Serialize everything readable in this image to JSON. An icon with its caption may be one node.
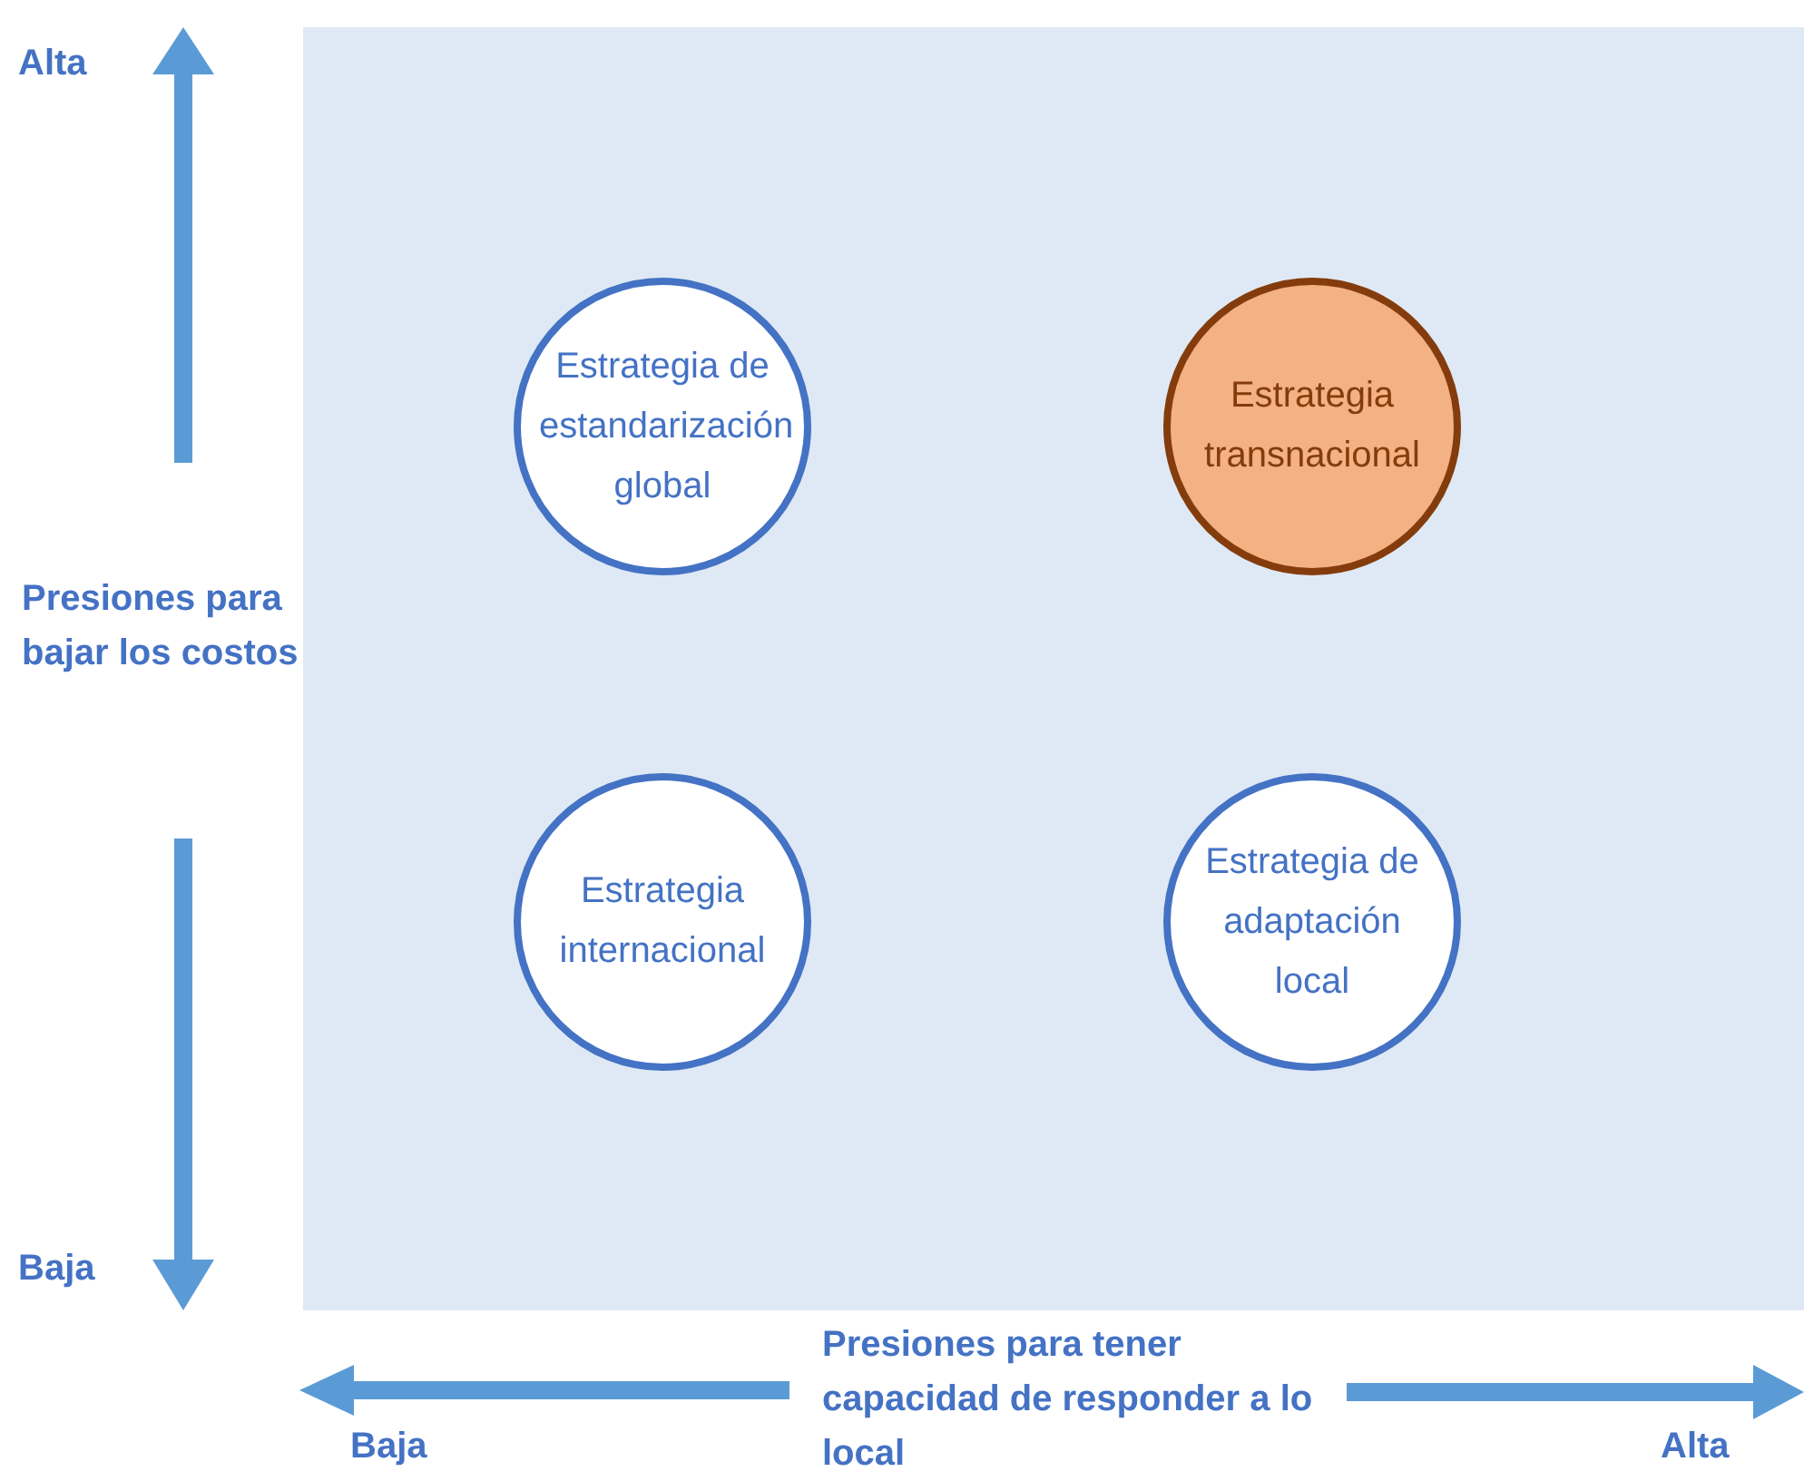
{
  "diagram": {
    "nodes": [
      {
        "text": [
          "Estrategia de estandarización global"
        ]
      },
      {
        "text": [
          "Estrategia transnacional"
        ]
      },
      {
        "text": [
          "Estrategia internacional"
        ]
      },
      {
        "text": [
          "Estrategia de adaptación local"
        ]
      }
    ],
    "labels": [
      "Alta",
      "Presiones para bajar los costos",
      "Baja",
      "Presiones para tener capacidad de responder a lo local",
      "Baja",
      "Alta"
    ]
  }
}
